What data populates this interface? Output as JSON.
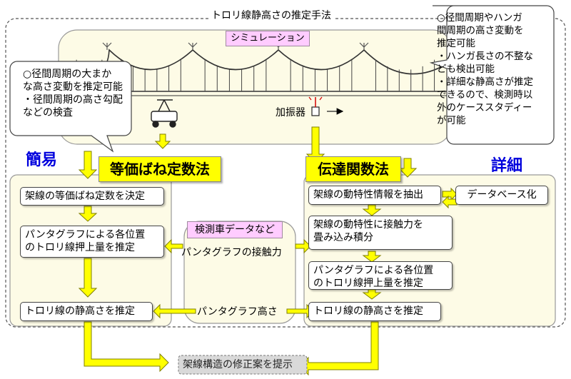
{
  "title": "トロリ線静高さの推定手法",
  "simulation_label": "シミュレーション",
  "exciter_label": "加振器",
  "side_labels": {
    "simple": "簡易",
    "detailed": "詳細"
  },
  "callouts": {
    "left": "○径間周期の大まか\nな高さ変動を推定可能\n・径間周期の高さ勾配\nなどの検査",
    "right": "○径間周期やハンガ\n間周期の高さ変動を\n推定可能\n・ハンガ長さの不整な\nども検出可能\n・詳細な静高さが推定\nできるので、検測時以\n外のケーススタディー\nが可能"
  },
  "methods": {
    "spring": "等価ばね定数法",
    "transfer": "伝達関数法"
  },
  "left_steps": [
    "架線の等価ばね定数を決定",
    "パンタグラフによる各位置\nのトロリ線押上量を推定",
    "トロリ線の静高さを推定"
  ],
  "center": {
    "header": "検測車データなど",
    "contact_force": "パンタグラフの接触力",
    "height": "パンタグラフ高さ"
  },
  "right_steps": [
    "架線の動特性情報を抽出",
    "架線の動特性に接触力を\n畳み込み積分",
    "パンタグラフによる各位置\nのトロリ線押上量を推定",
    "トロリ線の静高さを推定"
  ],
  "database_label": "データベース化",
  "final_box": "架線構造の修正案を提示",
  "colors": {
    "panel_fill": "#fdfbe6",
    "arrow_fill": "#ffff00",
    "arrow_stroke": "#7f7f00",
    "method_fill": "#ffff00",
    "sim_label_fill": "#ffccff",
    "side_label": "#0000dd",
    "final_fill": "#d9d9d9"
  }
}
